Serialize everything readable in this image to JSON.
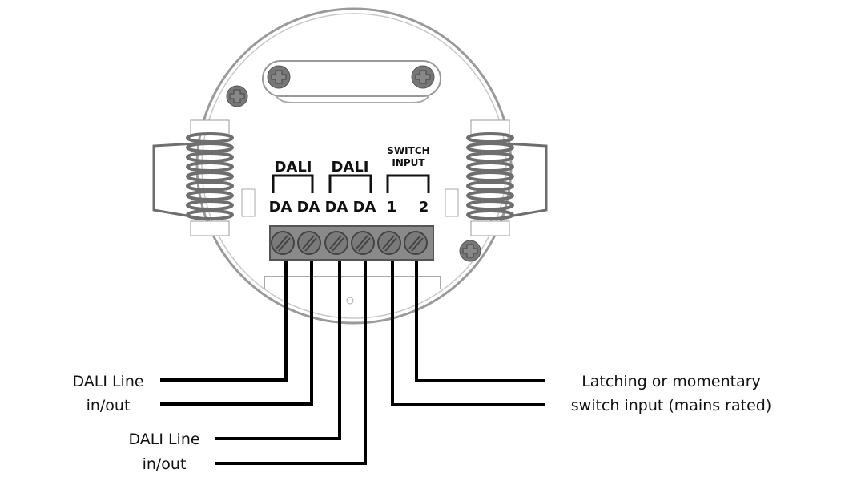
{
  "device": {
    "group_labels": [
      "DALI",
      "DALI"
    ],
    "switch_label": [
      "SWITCH",
      "INPUT"
    ],
    "terminals": [
      "DA",
      "DA",
      "DA",
      "DA",
      "1",
      "2"
    ]
  },
  "callouts": {
    "dali_line_1": [
      "DALI Line",
      "in/out"
    ],
    "dali_line_2": [
      "DALI Line",
      "in/out"
    ],
    "switch_input": [
      "Latching or momentary",
      "switch input (mains rated)"
    ]
  },
  "colors": {
    "terminal_block": "#8a8a8a",
    "screw": "#7a7a7a",
    "spring": "#6e6e6e",
    "wire": "#000000",
    "outline": "#9a9a9a"
  }
}
